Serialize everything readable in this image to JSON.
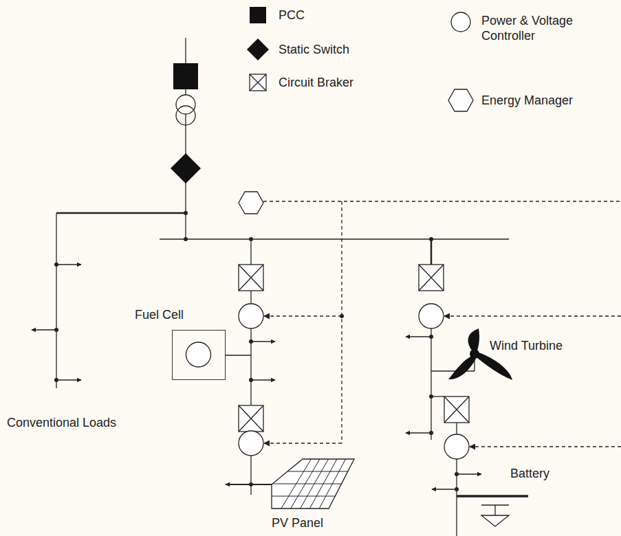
{
  "diagram": {
    "nodes": [
      {
        "text": [
          "Fuel Cell"
        ]
      }
    ],
    "labels": [
      "Wind Turbine",
      "Conventional Loads",
      "PV Panel",
      "Battery"
    ],
    "legend": [
      {
        "text": "PCC"
      },
      {
        "text": "Static Switch"
      },
      {
        "text": "Circuit Braker"
      },
      {
        "text": "Power & Voltage Controller"
      },
      {
        "text": "Energy Manager"
      }
    ]
  }
}
